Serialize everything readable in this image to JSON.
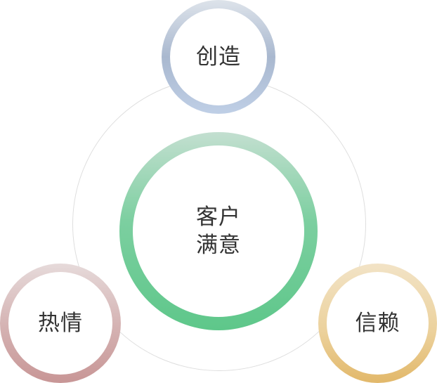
{
  "diagram": {
    "center": {
      "line1": "客户",
      "line2": "满意"
    },
    "nodes": {
      "top": {
        "label": "创造",
        "ring_color": "#a9b8cf"
      },
      "left": {
        "label": "热情",
        "ring_color": "#c89696"
      },
      "right": {
        "label": "信赖",
        "ring_color": "#e2b86a"
      }
    },
    "center_ring_color": "#5ec78a",
    "orbit_color": "#dedede"
  }
}
